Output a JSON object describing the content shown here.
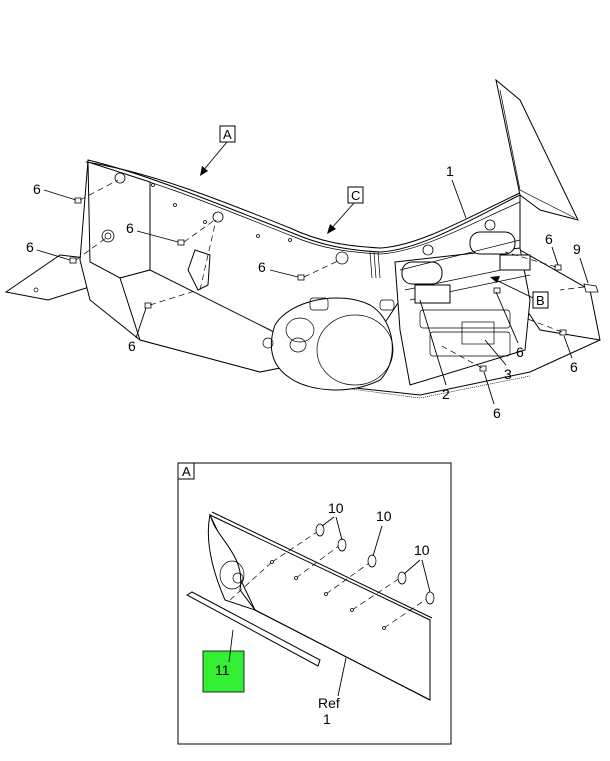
{
  "callouts": {
    "part_1_top": "1",
    "part_2": "2",
    "part_3": "3",
    "part_6_a": "6",
    "part_6_b": "6",
    "part_6_c": "6",
    "part_6_d": "6",
    "part_6_e": "6",
    "part_6_f": "6",
    "part_6_g": "6",
    "part_6_h": "6",
    "part_6_i": "6",
    "part_9": "9",
    "detail_10_a": "10",
    "detail_10_b": "10",
    "detail_10_c": "10",
    "detail_11": "11",
    "detail_ref": "Ref",
    "detail_ref_num": "1"
  },
  "view_labels": {
    "view_a": "A",
    "view_b": "B",
    "view_c": "C",
    "detail_a": "A"
  },
  "colors": {
    "highlight": "#33ee33",
    "line": "#000000",
    "background": "#ffffff"
  }
}
